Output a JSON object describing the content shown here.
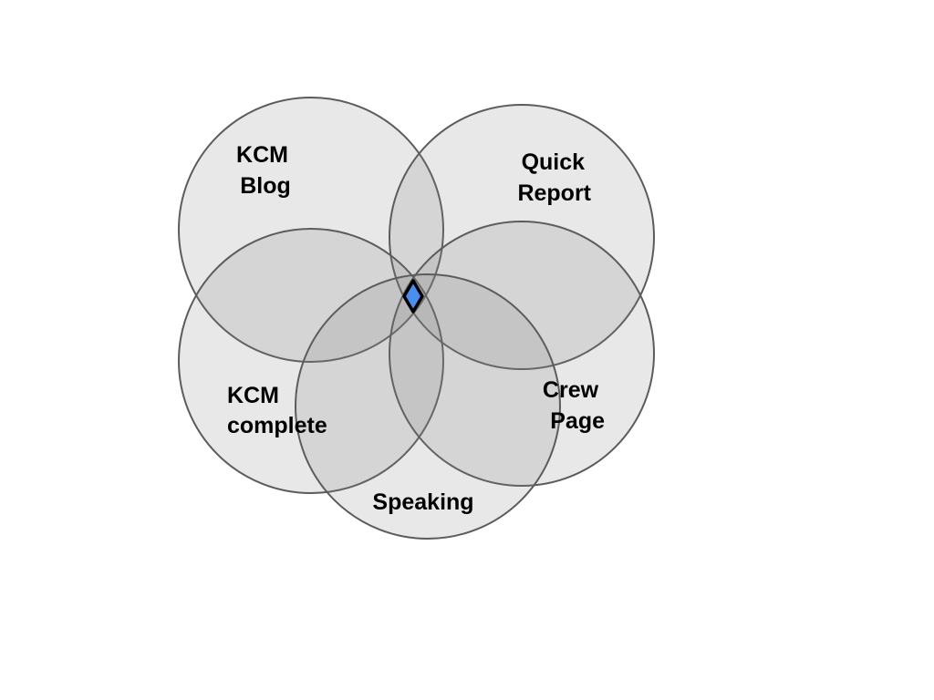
{
  "diagram": {
    "sets": [
      {
        "id": "kcm-blog",
        "lines": [
          "KCM",
          "Blog"
        ]
      },
      {
        "id": "quick-report",
        "lines": [
          "Quick",
          "Report"
        ]
      },
      {
        "id": "kcm-complete",
        "lines": [
          "KCM",
          "complete"
        ]
      },
      {
        "id": "crew-page",
        "lines": [
          "Crew",
          "Page"
        ]
      },
      {
        "id": "speaking",
        "lines": [
          "Speaking"
        ]
      }
    ],
    "center_marker": {
      "shape": "diamond",
      "fill": "#4a8ef0",
      "stroke": "#000000"
    },
    "colors": {
      "circle_fill": "#808080",
      "circle_stroke": "#5c5c5c",
      "label": "#000000",
      "background": "#ffffff"
    }
  }
}
